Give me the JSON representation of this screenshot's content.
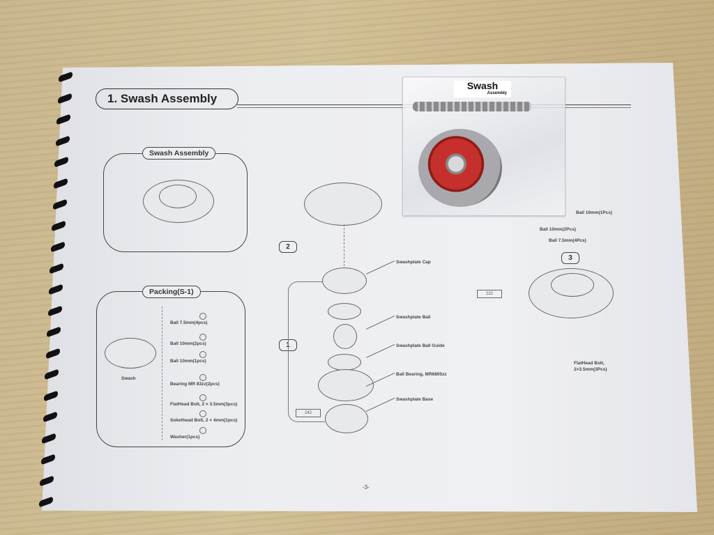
{
  "section_title": "1. Swash Assembly",
  "assembly_panel": {
    "label": "Swash Assembly"
  },
  "packing_panel": {
    "label": "Packing(S-1)",
    "product": "Swash",
    "items": [
      "Ball 7.5mm(4pcs)",
      "Ball 10mm(2pcs)",
      "Ball 10mm(1pcs)",
      "Bearing MR 83zz(2pcs)",
      "FlatHead Bolt, 2 × 3.5mm(3pcs)",
      "Sokethead Bolt, 2 × 4mm(1pcs)",
      "Washer(1pcs)"
    ]
  },
  "exploded": {
    "step_2": "2",
    "step_1": "1",
    "threadlock": "242",
    "parts": [
      "Swashplate Cap",
      "Swashplate Ball",
      "Swashplate Ball Guide",
      "Ball Bearing, MR6805zz",
      "Swashplate Base"
    ]
  },
  "step3": {
    "step": "3",
    "threadlock": "222",
    "labels": [
      "Ball 10mm(1Pcs)",
      "Ball 10mm(2Pcs)",
      "Ball 7.5mm(4Pcs)",
      "FlatHead Bolt,",
      "2×3.5mm(3Pcs)"
    ]
  },
  "bag": {
    "title": "Swash",
    "subtitle": "Assembly"
  },
  "page_number": "-3-"
}
